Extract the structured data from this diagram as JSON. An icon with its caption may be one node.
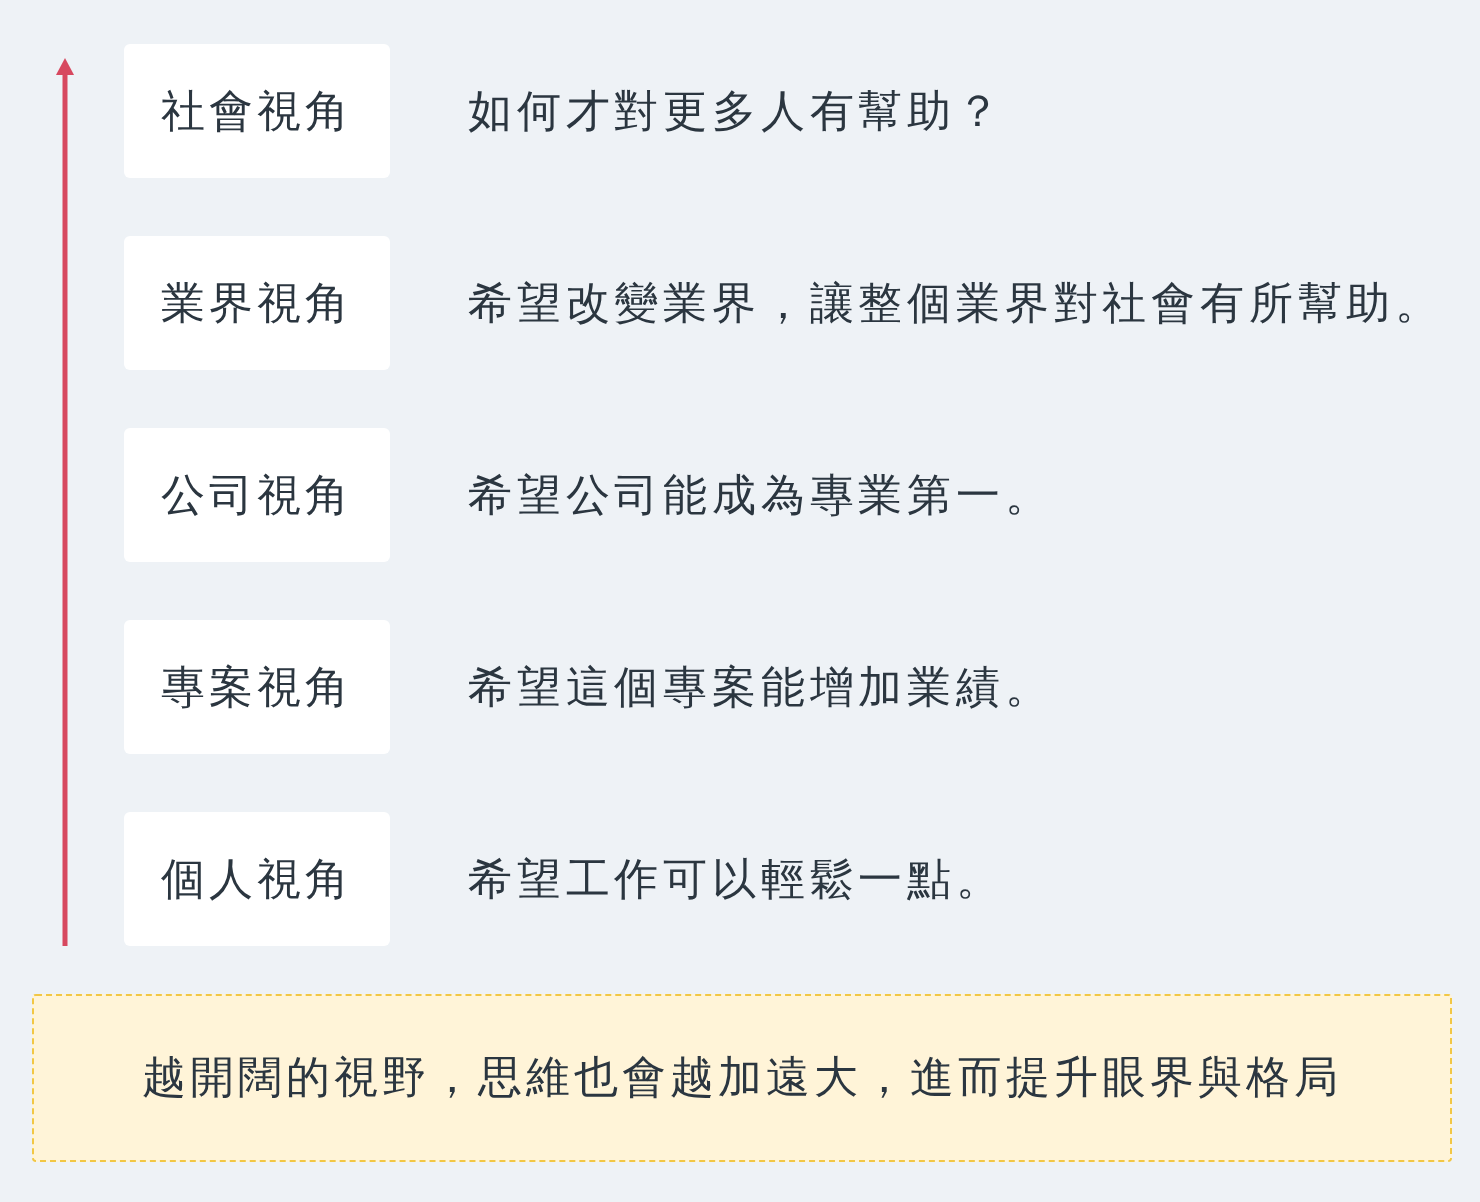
{
  "diagram": {
    "nodes": [
      {
        "text": [
          "社會視角"
        ],
        "beside": [
          "如何才對更多人有幫助？"
        ]
      },
      {
        "text": [
          "業界視角"
        ],
        "beside": [
          "希望改變業界，讓整個業界對社會有所幫助。"
        ]
      },
      {
        "text": [
          "公司視角"
        ],
        "beside": [
          "希望公司能成為專業第一。"
        ]
      },
      {
        "text": [
          "專案視角"
        ],
        "beside": [
          "希望這個專案能增加業績。"
        ]
      },
      {
        "text": [
          "個人視角"
        ],
        "beside": [
          "希望工作可以輕鬆一點。"
        ]
      },
      {
        "text": [
          "越開闊的視野，思維也會越加遠大，進而提升眼界與格局"
        ]
      }
    ]
  }
}
